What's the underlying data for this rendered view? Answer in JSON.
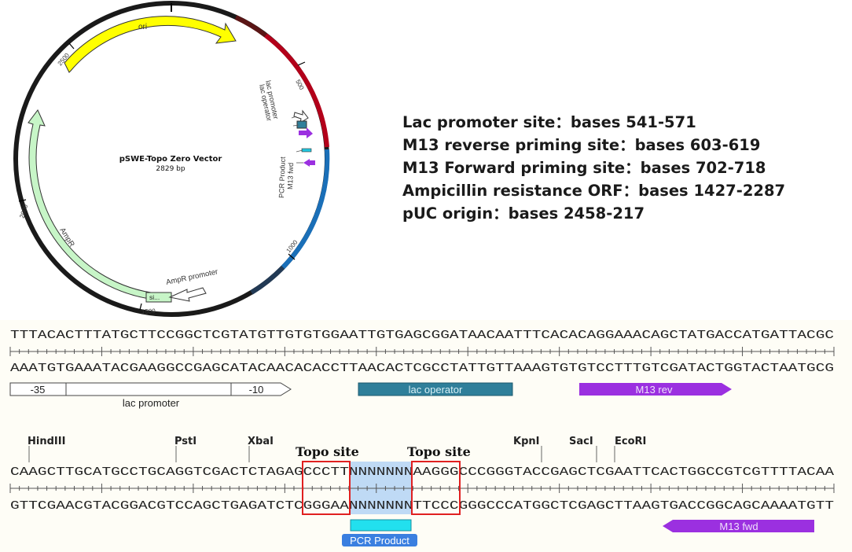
{
  "plasmid": {
    "name": "pSWE-Topo Zero Vector",
    "size": "2829 bp",
    "ticks": [
      "500",
      "1000",
      "1500",
      "2000",
      "2500"
    ],
    "features": [
      {
        "label": "ori",
        "color": "#ffff00"
      },
      {
        "label": "AmpR",
        "color": "#c7f5c7"
      },
      {
        "label": "AmpR promoter",
        "color": "#ffffff"
      },
      {
        "label": "si...",
        "color": "#c7f5c7"
      },
      {
        "label": "lac promoter",
        "color": "#ffffff"
      },
      {
        "label": "lac operator",
        "color": "#2f7f9a"
      },
      {
        "label": "PCR Product",
        "color": "#22c8e0"
      },
      {
        "label": "M13 fwd",
        "color": "#9b30e0"
      }
    ]
  },
  "feature_list": [
    "Lac promoter site：bases 541-571",
    "M13 reverse priming site：bases 603-619",
    "M13 Forward priming site：bases 702-718",
    "Ampicillin resistance ORF：bases 1427-2287",
    "pUC origin：bases 2458-217"
  ],
  "sequence": {
    "block1": {
      "top": "TTTACACTTTATGCTTCCGGCTCGTATGTTGTGTGGAATTGTGAGCGGATAACAATTTCACACAGGAAACAGCTATGACCATGATTACGC",
      "bottom": "AAATGTGAAATACGAAGGCCGAGCATACAACACACCTTAACACTCGCCTATTGTTAAAGTGTGTCCTTTGTCGATACTGGTACTAATGCG",
      "lac_promoter": {
        "box_35": "-35",
        "box_10": "-10",
        "label": "lac promoter"
      },
      "lac_operator": "lac operator",
      "m13_rev": "M13 rev"
    },
    "block2": {
      "top": "CAAGCTTGCATGCCTGCAGGTCGACTCTAGAGCCCTTNNNNNNNAAGGGCCCGGGTACCGAGCTCGAATTCACTGGCCGTCGTTTTACAA",
      "bottom": "GTTCGAACGTACGGACGTCCAGCTGAGATCTCGGGAANNNNNNNTTCCCGGGCCCATGGCTCGAGCTTAAGTGACCGGCAGCAAAATGTT",
      "sites": [
        "HindIII",
        "PstI",
        "XbaI",
        "KpnI",
        "SacI",
        "EcoRI"
      ],
      "topo_label": "Topo site",
      "pcr_product": "PCR Product",
      "m13_fwd": "M13 fwd"
    }
  }
}
